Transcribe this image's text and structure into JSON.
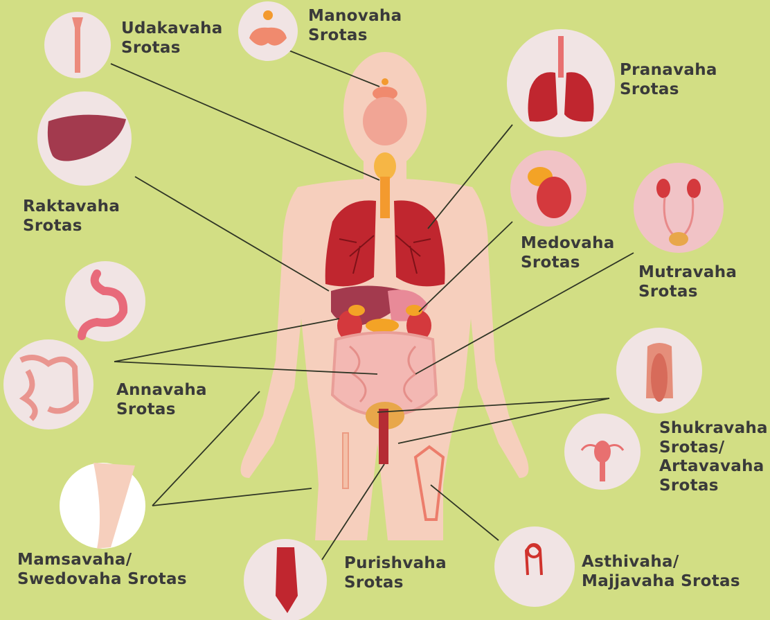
{
  "labels": {
    "udakavaha": [
      "Udakavaha",
      "Srotas"
    ],
    "manovaha": [
      "Manovaha",
      "Srotas"
    ],
    "pranavaha": [
      "Pranavaha",
      "Srotas"
    ],
    "raktavaha": [
      "Raktavaha",
      "Srotas"
    ],
    "medovaha": [
      "Medovaha",
      "Srotas"
    ],
    "mutravaha": [
      "Mutravaha",
      "Srotas"
    ],
    "annavaha": [
      "Annavaha",
      "Srotas"
    ],
    "shukravaha": [
      "Shukravaha",
      "Srotas/",
      "Artavavaha",
      "Srotas"
    ],
    "mamsavaha": [
      "Mamsavaha/",
      "Swedovaha Srotas"
    ],
    "purishvaha": [
      "Purishvaha",
      "Srotas"
    ],
    "asthivaha": [
      "Asthivaha/",
      "Majjavaha Srotas"
    ]
  },
  "colors": {
    "background": "#d2de84",
    "body": "#f6cfbd",
    "circle": "#f1e4e4",
    "organ_red": "#c0262f",
    "text": "#3a3a3a"
  }
}
